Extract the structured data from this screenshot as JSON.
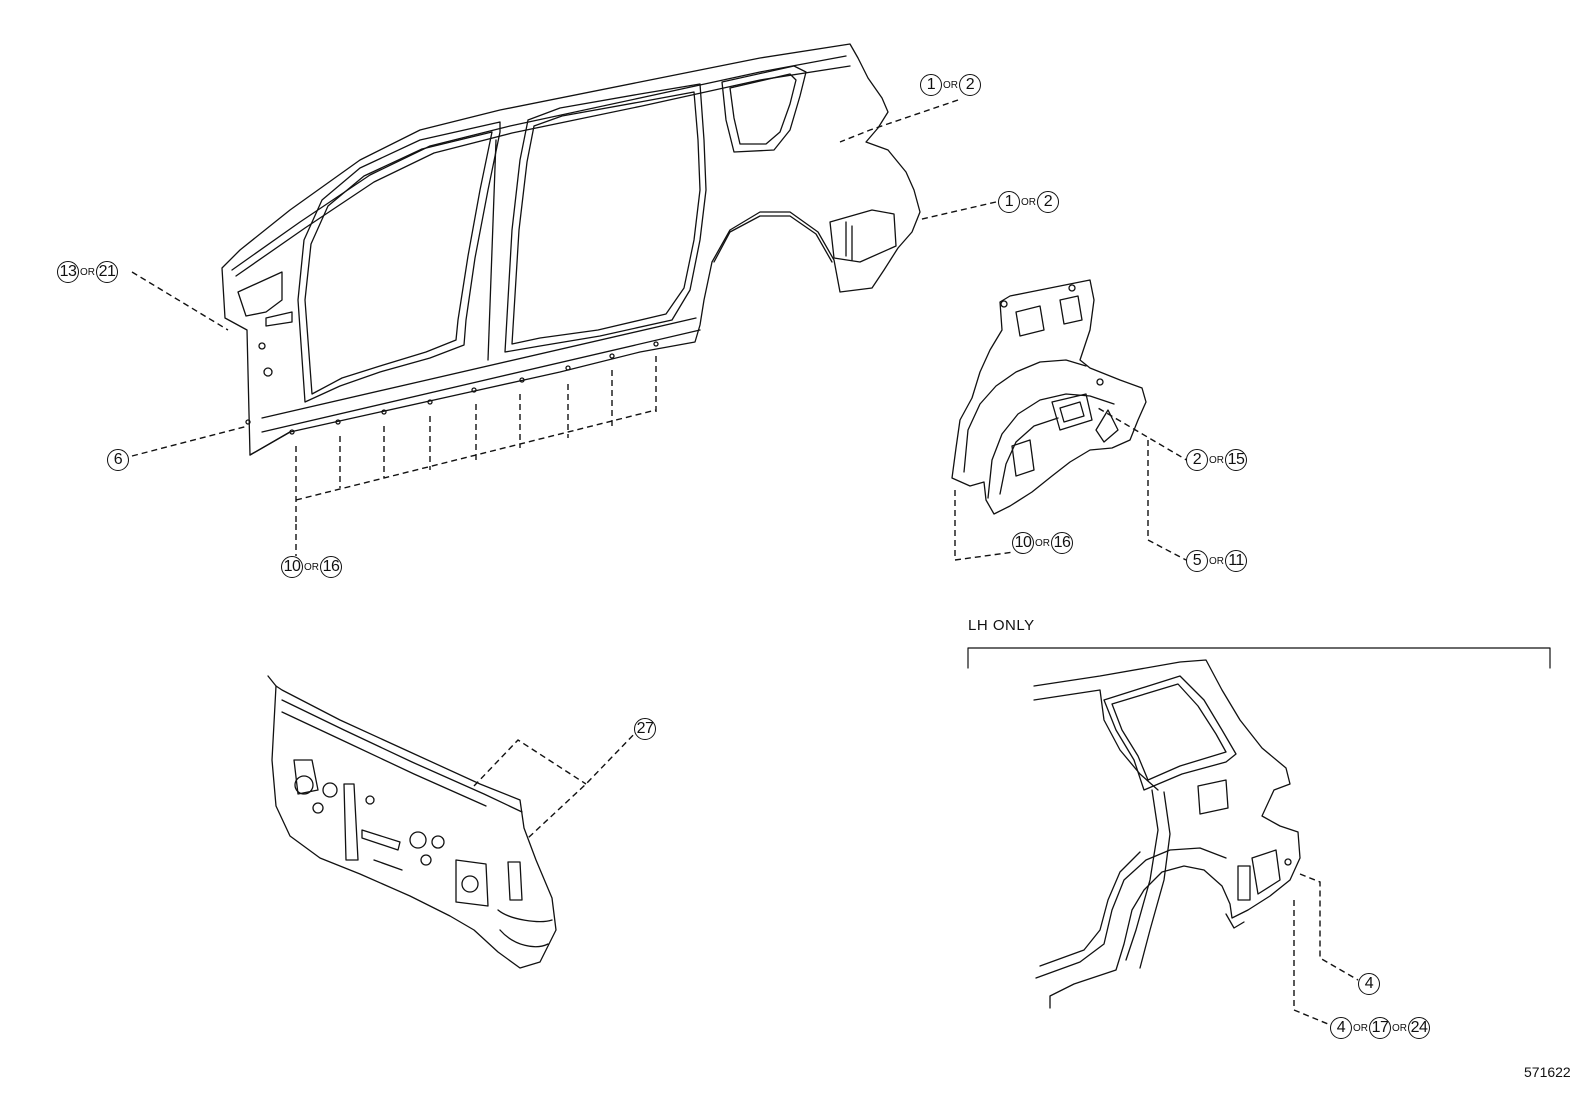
{
  "callouts": {
    "quarter_upper": [
      "1",
      "OR",
      "2"
    ],
    "quarter_rear": [
      "1",
      "OR",
      "2"
    ],
    "front_pillar": [
      "13",
      "OR",
      "21"
    ],
    "rocker_front": [
      "6"
    ],
    "rocker_lower": [
      "10",
      "OR",
      "16"
    ],
    "wheelhouse_upper": [
      "2",
      "OR",
      "15"
    ],
    "wheelhouse_lower_left": [
      "10",
      "OR",
      "16"
    ],
    "wheelhouse_lower_right": [
      "5",
      "OR",
      "11"
    ],
    "cowl": [
      "27"
    ],
    "lh_upper": [
      "4"
    ],
    "lh_lower": [
      "4",
      "OR",
      "17",
      "OR",
      "24"
    ]
  },
  "lh_only_label": "LH ONLY",
  "figure_number": "571622"
}
